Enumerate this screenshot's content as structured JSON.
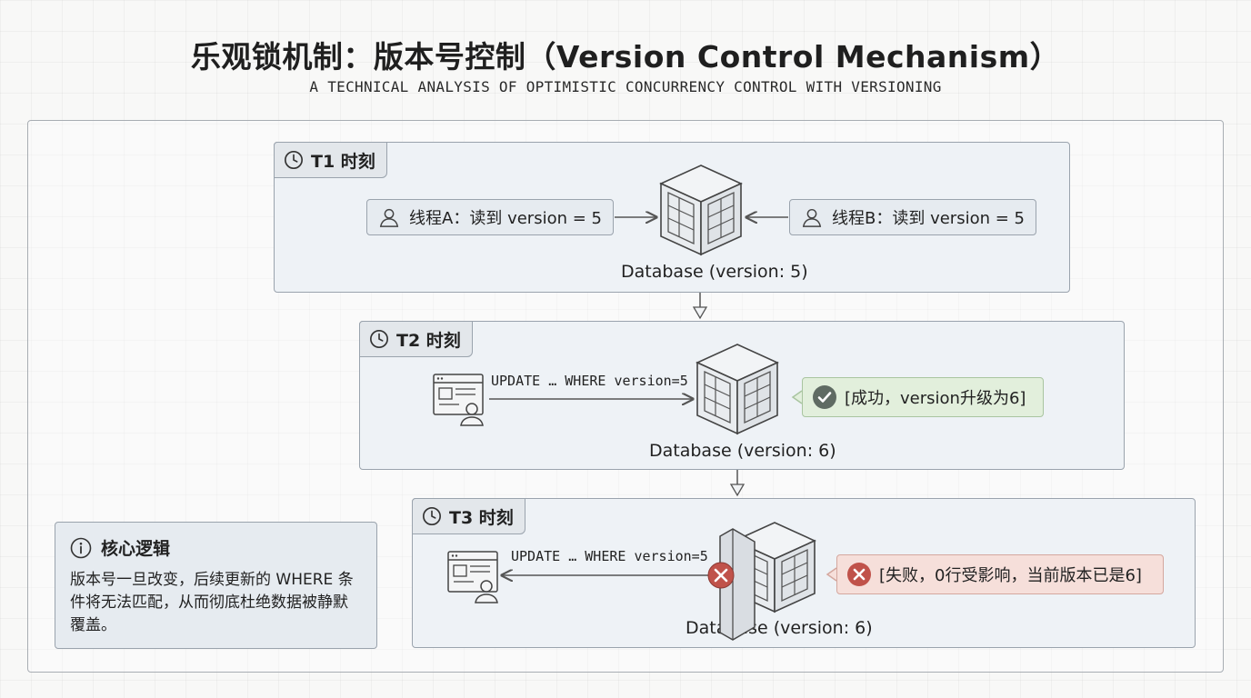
{
  "title": "乐观锁机制：版本号控制（Version Control Mechanism）",
  "subtitle": "A TECHNICAL ANALYSIS OF OPTIMISTIC CONCURRENCY CONTROL WITH VERSIONING",
  "t1": {
    "tab": "T1 时刻",
    "thread_a": "线程A：读到 version = 5",
    "thread_b": "线程B：读到 version = 5",
    "db_label": "Database (version: 5)"
  },
  "t2": {
    "tab": "T2 时刻",
    "sql": "UPDATE … WHERE version=5",
    "result": "[成功，version升级为6]",
    "db_label": "Database (version: 6)"
  },
  "t3": {
    "tab": "T3 时刻",
    "sql": "UPDATE … WHERE version=5",
    "result": "[失败，0行受影响，当前版本已是6]",
    "db_label": "Database (version: 6)"
  },
  "info": {
    "heading": "核心逻辑",
    "body": "版本号一旦改变，后续更新的 WHERE 条件将无法匹配，从而彻底杜绝数据被静默覆盖。"
  },
  "colors": {
    "success": "#e2efdc",
    "failure": "#f6dfda",
    "error_icon": "#c0524a",
    "check_icon": "#5f6b63"
  }
}
